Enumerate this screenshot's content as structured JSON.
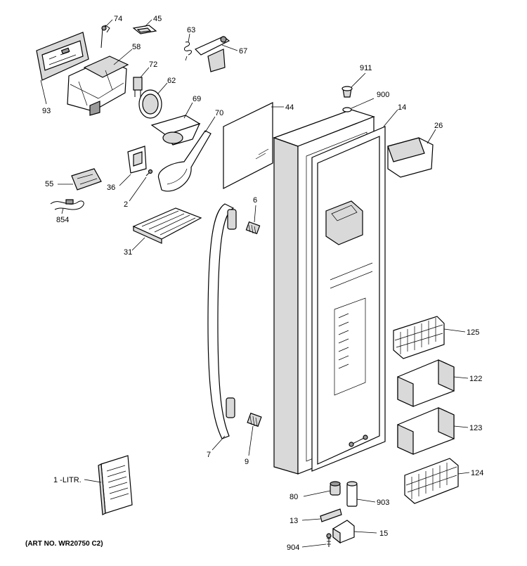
{
  "callouts": {
    "p74": "74",
    "p45": "45",
    "p63": "63",
    "p67": "67",
    "p58": "58",
    "p72": "72",
    "p62": "62",
    "p93": "93",
    "p69": "69",
    "p70": "70",
    "p911": "911",
    "p900": "900",
    "p44": "44",
    "p14": "14",
    "p26": "26",
    "p55": "55",
    "p36": "36",
    "p2": "2",
    "p854": "854",
    "p6": "6",
    "p31": "31",
    "p125": "125",
    "p122": "122",
    "p123": "123",
    "p124": "124",
    "p7": "7",
    "p9": "9",
    "p1litr": "1 -LITR.",
    "p80": "80",
    "p903": "903",
    "p13": "13",
    "p15": "15",
    "p904": "904"
  },
  "art_number": "(ART NO. WR20750 C2)"
}
